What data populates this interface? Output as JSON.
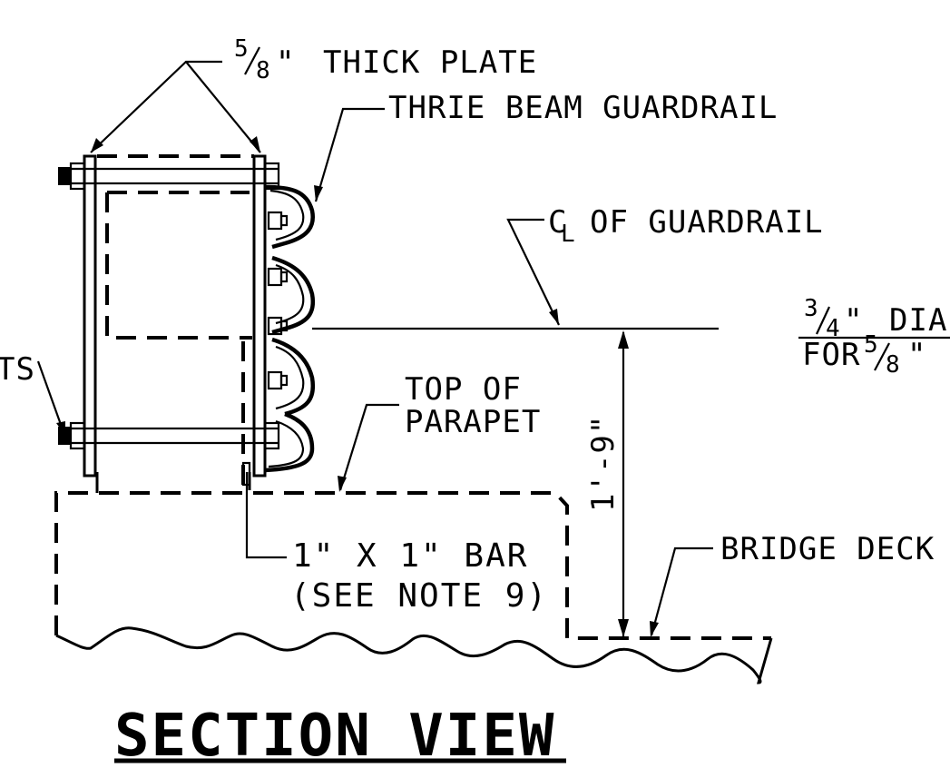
{
  "labels": {
    "plate_thickness_num": "5",
    "plate_thickness_den": "8",
    "plate_thickness_text": "THICK PLATE",
    "guardrail_type": "THRIE BEAM GUARDRAIL",
    "centerline_prefix": "C",
    "centerline_sub": "L",
    "centerline_text": "OF GUARDRAIL",
    "bolt_dia_num": "3",
    "bolt_dia_den": "4",
    "bolt_dia_text": "DIA",
    "bolt_for_text": "FOR",
    "bolt_for_num": "5",
    "bolt_for_den": "8",
    "bolts_fragment": "TS",
    "parapet_line1": "TOP OF",
    "parapet_line2": "PARAPET",
    "height_dim": "1'-9\"",
    "bar_line1": "1\" X 1\" BAR",
    "bar_line2": "(SEE NOTE 9)",
    "deck_text": "BRIDGE DECK",
    "inch_mark": "\""
  },
  "title": "SECTION VIEW"
}
